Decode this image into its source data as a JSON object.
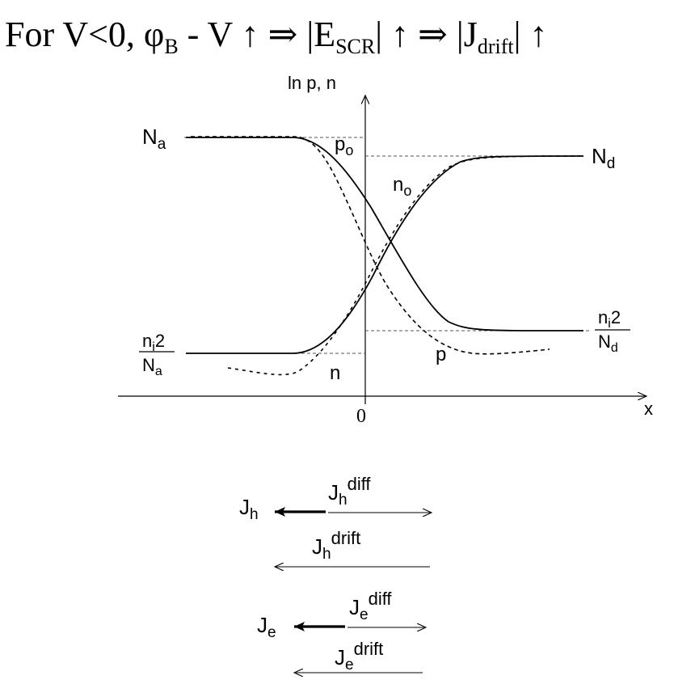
{
  "heading": {
    "prefix": "For V<0, ",
    "phi": "φ",
    "phi_sub": "B",
    "minus_v": " - V ",
    "up1": "↑",
    "implies1": " ⇒ ",
    "abs_e_open": "|E",
    "e_sub": "SCR",
    "abs_e_close": "| ",
    "up2": "↑",
    "implies2": " ⇒ ",
    "abs_j_open": "|J",
    "j_sub": "drift",
    "abs_j_close": "| ",
    "up3": "↑"
  },
  "plot": {
    "y_axis_label": "ln p, n",
    "x_axis_label": "x",
    "origin_label": "0",
    "na": {
      "base": "N",
      "sub": "a"
    },
    "nd": {
      "base": "N",
      "sub": "d"
    },
    "po": {
      "base": "p",
      "sub": "o"
    },
    "no": {
      "base": "n",
      "sub": "o"
    },
    "ni2_na": {
      "num_base": "n",
      "num_sub": "i",
      "num_sup": "2",
      "den_base": "N",
      "den_sub": "a"
    },
    "ni2_nd": {
      "num_base": "n",
      "num_sub": "i",
      "num_sup": "2",
      "den_base": "N",
      "den_sub": "d"
    },
    "p_label": "p",
    "n_label": "n"
  },
  "currents": {
    "jh": {
      "base": "J",
      "sub": "h"
    },
    "jh_diff": {
      "base": "J",
      "sub": "h",
      "sup": "diff"
    },
    "jh_drift": {
      "base": "J",
      "sub": "h",
      "sup": "drift"
    },
    "je": {
      "base": "J",
      "sub": "e"
    },
    "je_diff": {
      "base": "J",
      "sub": "e",
      "sup": "diff"
    },
    "je_drift": {
      "base": "J",
      "sub": "e",
      "sup": "drift"
    }
  }
}
